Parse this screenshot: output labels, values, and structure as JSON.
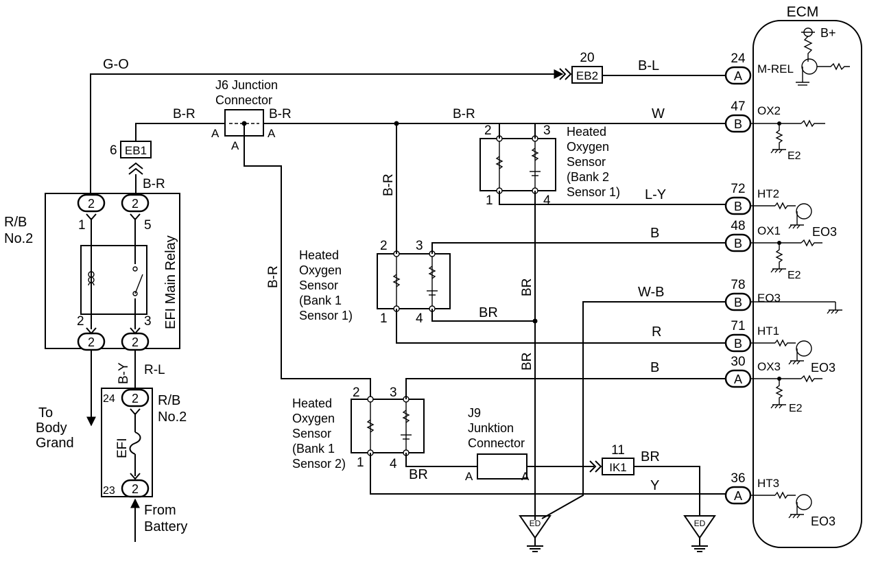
{
  "ecm": {
    "title": "ECM",
    "b_plus": "B+",
    "pins": [
      {
        "number": "24",
        "connector": "A",
        "signal": "M-REL"
      },
      {
        "number": "47",
        "connector": "B",
        "signal": "OX2"
      },
      {
        "number": "72",
        "connector": "B",
        "signal": "HT2"
      },
      {
        "number": "48",
        "connector": "B",
        "signal": "OX1"
      },
      {
        "number": "78",
        "connector": "B",
        "signal": "EO3"
      },
      {
        "number": "71",
        "connector": "B",
        "signal": "HT1"
      },
      {
        "number": "30",
        "connector": "A",
        "signal": "OX3"
      },
      {
        "number": "36",
        "connector": "A",
        "signal": "HT3"
      }
    ],
    "ground_labels": [
      "E2",
      "E2",
      "E2",
      "EO3",
      "EO3",
      "EO3",
      "EO3"
    ]
  },
  "wires": {
    "go": "G-O",
    "bl": "B-L",
    "br_left": "B-R",
    "br_right": "B-R",
    "br_top": "B-R",
    "br_vert1": "B-R",
    "br_vert2": "B-R",
    "br_j6_top": "B-R",
    "w": "W",
    "ly": "L-Y",
    "b1": "B",
    "wb": "W-B",
    "br_h": "BR",
    "r": "R",
    "b2": "B",
    "br_low": "BR",
    "br_ik": "BR",
    "y": "Y",
    "br_v1": "BR",
    "br_v2": "BR",
    "by": "B-Y",
    "rl": "R-L"
  },
  "connectors": {
    "eb2": {
      "label": "EB2",
      "number": "20"
    },
    "eb1": {
      "label": "EB1",
      "number": "6"
    },
    "ik1": {
      "label": "IK1",
      "number": "11"
    },
    "j6": {
      "title_line1": "J6 Junction",
      "title_line2": "Connector",
      "pin": "A"
    },
    "j9": {
      "title_line1": "J9",
      "title_line2": "Junktion",
      "title_line3": "Connector",
      "pin": "A"
    }
  },
  "relay_block": {
    "rb_line1": "R/B",
    "rb_line2": "No.2",
    "relay_name": "EFI Main Relay",
    "pin_value": "2",
    "terminals": [
      "1",
      "5",
      "2",
      "3"
    ]
  },
  "efi_fuse": {
    "name": "EFI",
    "rb_line1": "R/B",
    "rb_line2": "No.2",
    "top_pin": "24",
    "bottom_pin": "23",
    "pin_value": "2"
  },
  "sensors": [
    {
      "lines": [
        "Heated",
        "Oxygen",
        "Sensor",
        "(Bank 2",
        "Sensor 1)"
      ],
      "pins": [
        "2",
        "3",
        "1",
        "4"
      ]
    },
    {
      "lines": [
        "Heated",
        "Oxygen",
        "Sensor",
        "(Bank 1",
        "Sensor 1)"
      ],
      "pins": [
        "2",
        "3",
        "1",
        "4"
      ]
    },
    {
      "lines": [
        "Heated",
        "Oxygen",
        "Sensor",
        "(Bank 1",
        "Sensor 2)"
      ],
      "pins": [
        "2",
        "3",
        "1",
        "4"
      ]
    }
  ],
  "annotations": {
    "to_body_ground": [
      "To",
      "Body",
      "Grand"
    ],
    "from_battery": [
      "From",
      "Battery"
    ],
    "ground_tag": "ED"
  }
}
